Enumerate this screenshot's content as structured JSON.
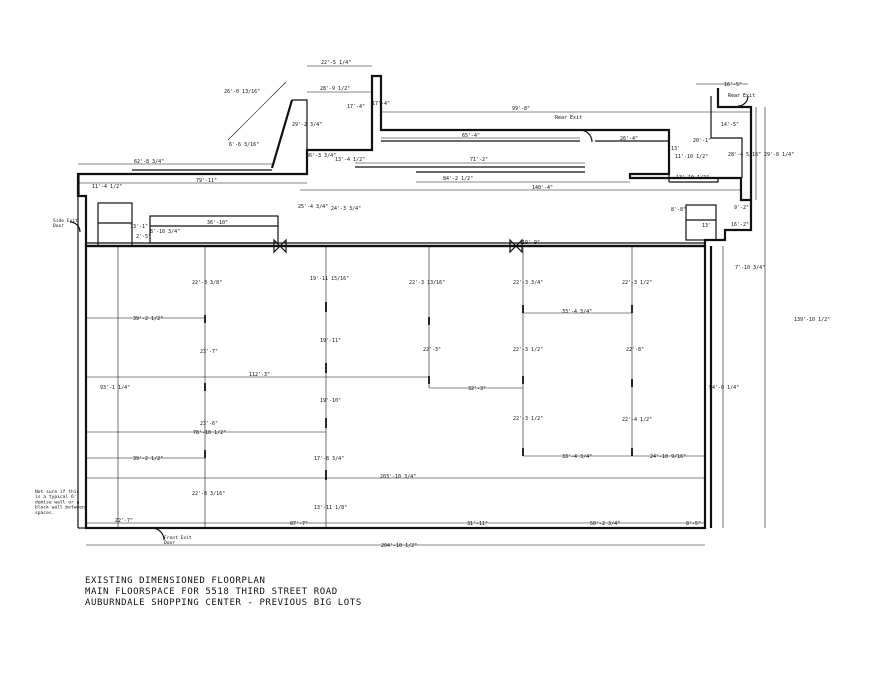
{
  "title_block": {
    "line1": "EXISTING DIMENSIONED FLOORPLAN",
    "line2": "MAIN FLOORSPACE FOR 5518 THIRD STREET ROAD",
    "line3": "AUBURNDALE SHOPPING CENTER - PREVIOUS BIG LOTS"
  },
  "labels": {
    "rear_exit_1": "Rear Exit",
    "rear_exit_2": "Rear Exit",
    "side_exit": "Side Exit\nDoor",
    "front_exit": "Front Exit\nDoor",
    "note": "Not sure if this\nis a typical 6'\ndemise wall or a\nblock wall between\nspaces."
  },
  "dimensions": {
    "d01": "22'-5 1/4\"",
    "d02": "26'-0 13/16\"",
    "d03": "28'-9 1/2\"",
    "d04": "17'-4\"",
    "d05": "17'-4\"",
    "d06": "99'-8\"",
    "d07": "29'-2 3/4\"",
    "d08": "65'-4\"",
    "d09": "26'-4\"",
    "d10": "6'-6 3/16\"",
    "d11": "36'-3 3/4\"",
    "d12": "13'-4 1/2\"",
    "d13": "71'-2\"",
    "d14": "62'-8 3/4\"",
    "d15": "84'-2 1/2\"",
    "d16": "79'-11\"",
    "d17": "140'-4\"",
    "d18": "11'-4 1/2\"",
    "d19": "25'-4 3/4\"",
    "d20": "24'-3 3/4\"",
    "d21": "36'-10\"",
    "d22": "13'-1\"",
    "d23": "8'-10 3/4\"",
    "d24": "2'-5\"",
    "d25": "16'-5\"",
    "d26": "14'-5\"",
    "d27": "20'-1\"",
    "d28": "13'",
    "d29": "11'-10 1/2\"",
    "d30": "28'-4 5/16\"",
    "d31": "29'-8 1/4\"",
    "d32": "13'-10 1/2\"",
    "d33": "9'-2\"",
    "d34": "8'-8\"",
    "d35": "13'",
    "d36": "16'-2\"",
    "d37": "19'-9\"",
    "d38": "7'-10 3/4\"",
    "d39": "139'-10 1/2\"",
    "d40": "22'-3 3/8\"",
    "d41": "19'-11 15/16\"",
    "d42": "22'-3 13/16\"",
    "d43": "22'-3 3/4\"",
    "d44": "22'-3 1/2\"",
    "d45": "39'-2 1/2\"",
    "d46": "33'-4 3/4\"",
    "d47": "19'-11\"",
    "d48": "23'-7\"",
    "d49": "22'-3\"",
    "d50": "22'-3 1/2\"",
    "d51": "22'-8\"",
    "d52": "112'-3\"",
    "d53": "93'-1 1/4\"",
    "d54": "32'-3\"",
    "d55": "94'-0 1/4\"",
    "d56": "19'-10\"",
    "d57": "22'-3 1/2\"",
    "d58": "22'-4 1/2\"",
    "d59": "23'-6\"",
    "d60": "78'-10 1/2\"",
    "d61": "39'-2 1/2\"",
    "d62": "17'-8 3/4\"",
    "d63": "33'-4 3/4\"",
    "d64": "24'-10 9/16\"",
    "d65": "203'-10 3/4\"",
    "d66": "22'-8 3/16\"",
    "d67": "13'-11 1/8\"",
    "d68": "22'-7\"",
    "d69": "87'-7\"",
    "d70": "31'-11\"",
    "d71": "50'-2 3/4\"",
    "d72": "8'-5\"",
    "d73": "204'-10 1/2\""
  }
}
